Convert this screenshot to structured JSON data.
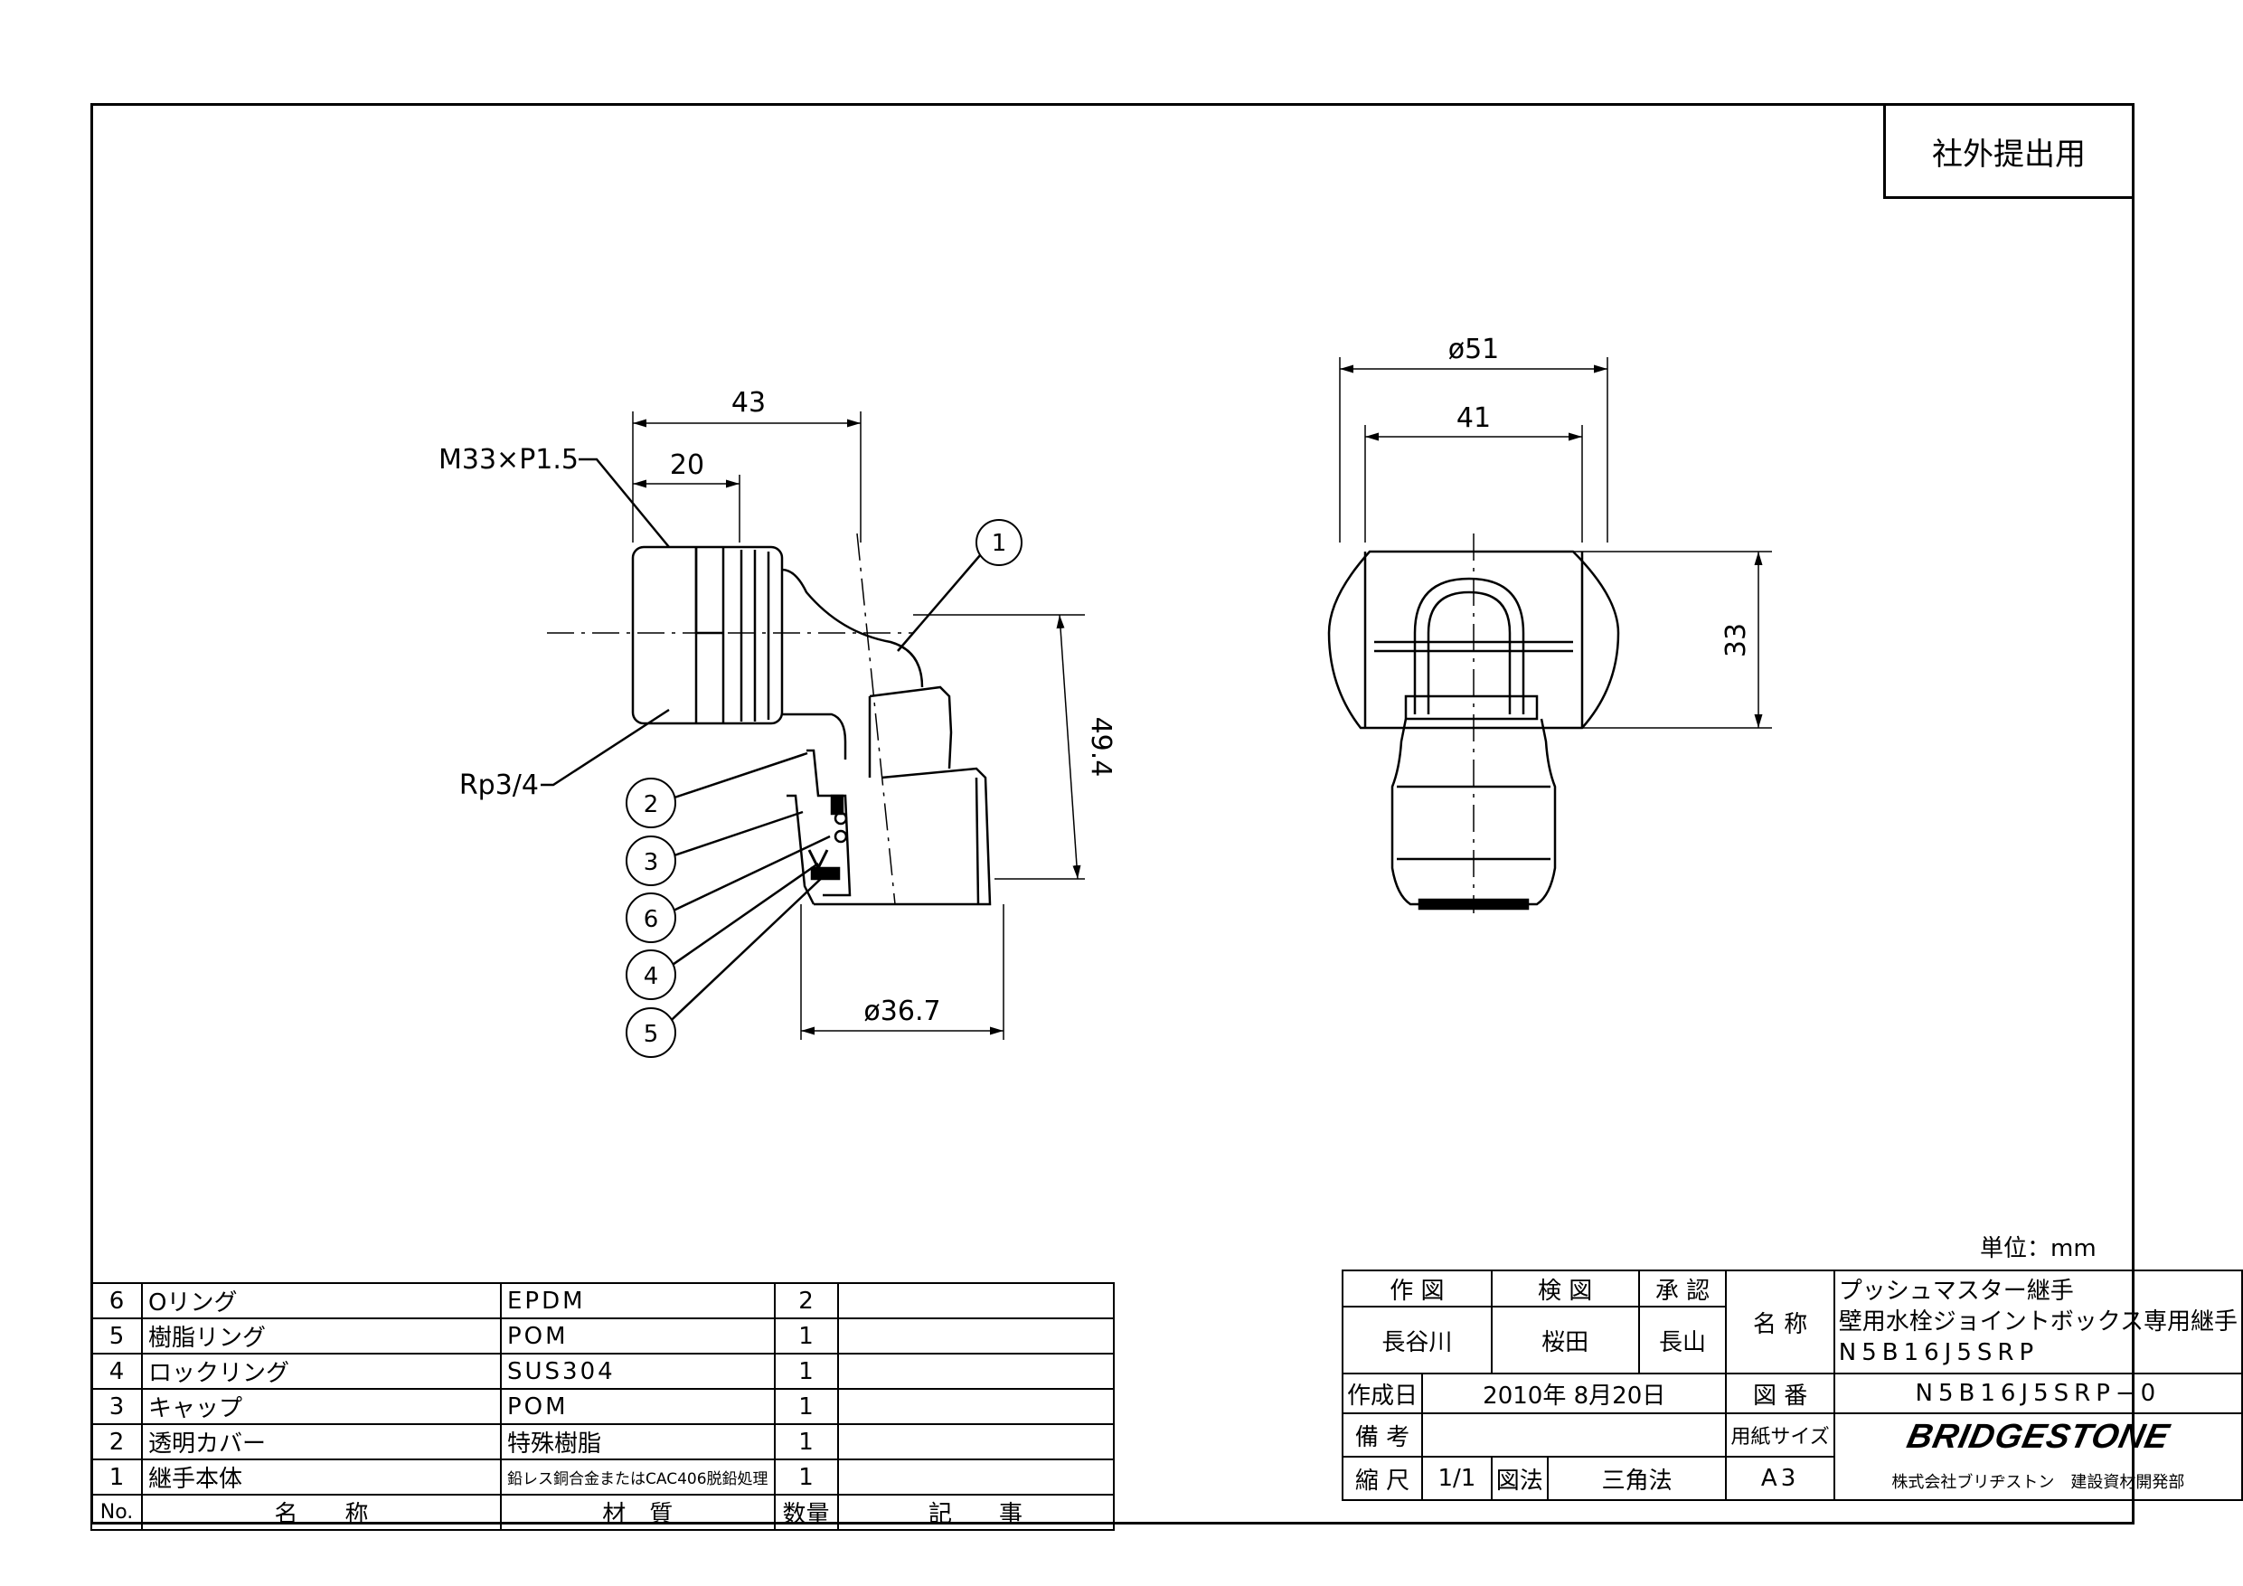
{
  "stamp_label": "社外提出用",
  "unit_label": "単位：mm",
  "drawing": {
    "side_view": {
      "thread_label": "M33×P1.5",
      "pipe_thread_label": "Rp3/4",
      "dim_overall_length": "43",
      "dim_thread_length": "20",
      "dim_height": "49.4",
      "dim_cap_diameter": "ø36.7",
      "balloons": [
        "1",
        "2",
        "3",
        "6",
        "4",
        "5"
      ]
    },
    "front_view": {
      "dim_outer_diameter": "ø51",
      "dim_width": "41",
      "dim_height": "33"
    }
  },
  "parts_list": {
    "rows": [
      {
        "no": "6",
        "name": "Oリング",
        "material": "EPDM",
        "qty": "2",
        "note": ""
      },
      {
        "no": "5",
        "name": "樹脂リング",
        "material": "POM",
        "qty": "1",
        "note": ""
      },
      {
        "no": "4",
        "name": "ロックリング",
        "material": "SUS304",
        "qty": "1",
        "note": ""
      },
      {
        "no": "3",
        "name": "キャップ",
        "material": "POM",
        "qty": "1",
        "note": ""
      },
      {
        "no": "2",
        "name": "透明カバー",
        "material": "特殊樹脂",
        "qty": "1",
        "note": ""
      },
      {
        "no": "1",
        "name": "継手本体",
        "material": "鉛レス銅合金またはCAC406脱鉛処理",
        "qty": "1",
        "note": ""
      }
    ],
    "header": {
      "no": "No.",
      "name": "名　　称",
      "material": "材　質",
      "qty": "数量",
      "note": "記　　事"
    }
  },
  "title_block": {
    "drawn_label": "作 図",
    "checked_label": "検 図",
    "approved_label": "承 認",
    "drawn_by": "長谷川",
    "checked_by": "桜田",
    "approved_by": "長山",
    "name_label": "名 称",
    "product_name_1": "プッシュマスター継手",
    "product_name_2": "壁用水栓ジョイントボックス専用継手",
    "product_code": "N5B16J5SRP",
    "created_label": "作成日",
    "created_date": "2010年 8月20日",
    "drawing_no_label": "図 番",
    "drawing_no": "N5B16J5SRP−0",
    "remarks_label": "備 考",
    "remarks": "",
    "paper_size_label": "用紙サイズ",
    "paper_size": "A3",
    "scale_label": "縮 尺",
    "scale": "1/1",
    "projection_label": "図法",
    "projection": "三角法",
    "brand": "BRIDGESTONE",
    "company": "株式会社ブリヂストン　建設資材開発部"
  }
}
